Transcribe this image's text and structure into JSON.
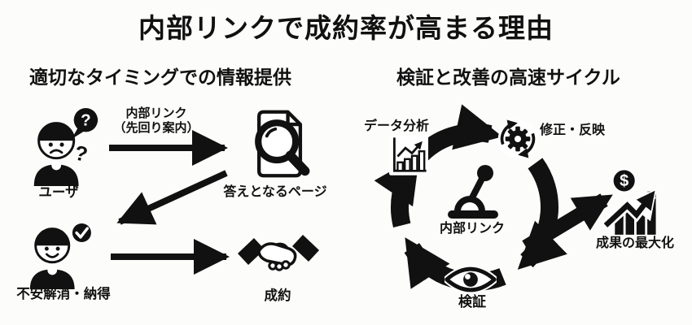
{
  "title": "内部リンクで成約率が高まる理由",
  "colors": {
    "background": "#fcfcfa",
    "ink": "#111111"
  },
  "glyphs": {
    "question": "?",
    "dollar": "$"
  },
  "left_panel": {
    "heading": "適切なタイミングでの情報提供",
    "user": {
      "label": "ユーザ",
      "icon": "confused-user-icon"
    },
    "link_arrow": {
      "label_line1": "内部リンク",
      "label_line2": "（先回り案内）"
    },
    "answer_page": {
      "label": "答えとなるページ",
      "icon": "document-search-icon"
    },
    "reassured": {
      "label": "不安解消・納得",
      "icon": "user-check-icon"
    },
    "contract": {
      "label": "成約",
      "icon": "handshake-icon"
    }
  },
  "right_panel": {
    "heading": "検証と改善の高速サイクル",
    "center": {
      "label": "内部リンク",
      "icon": "lever-icon"
    },
    "steps": [
      {
        "label": "データ分析",
        "icon": "bar-chart-icon"
      },
      {
        "label": "修正・反映",
        "icon": "gear-sync-icon"
      },
      {
        "label": "成果の最大化",
        "icon": "dollar-growth-icon"
      },
      {
        "label": "検証",
        "icon": "eye-icon"
      }
    ]
  }
}
